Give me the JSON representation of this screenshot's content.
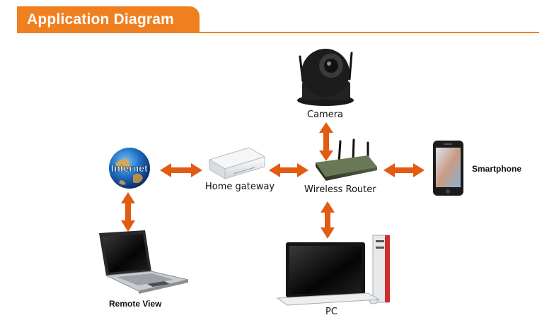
{
  "header": {
    "title": "Application Diagram"
  },
  "colors": {
    "accent": "#f07f1f",
    "arrow": "#e35b12"
  },
  "nodes": {
    "camera": {
      "label": "Camera",
      "icon": "ip-camera-icon"
    },
    "internet": {
      "label": "Internet",
      "icon": "globe-icon"
    },
    "home_gateway": {
      "label": "Home gateway",
      "icon": "gateway-icon"
    },
    "wireless_router": {
      "label": "Wireless Router",
      "icon": "router-icon"
    },
    "smartphone": {
      "label": "Smartphone",
      "icon": "smartphone-icon"
    },
    "remote_view": {
      "label": "Remote View",
      "icon": "laptop-icon"
    },
    "pc": {
      "label": "PC",
      "icon": "desktop-pc-icon"
    }
  }
}
